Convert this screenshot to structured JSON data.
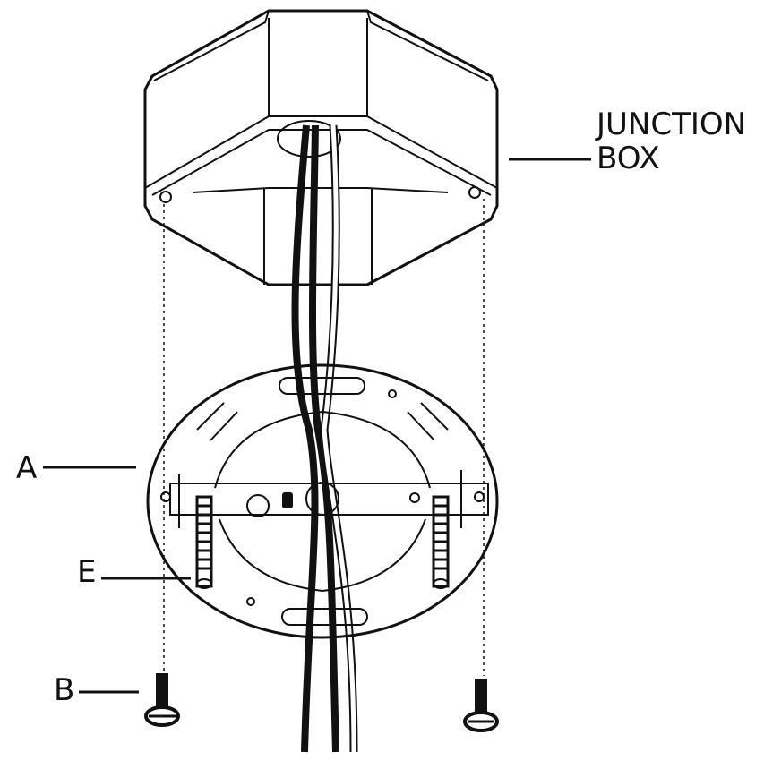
{
  "labels": {
    "junction_line1": "JUNCTION",
    "junction_line2": "BOX",
    "a": "A",
    "e": "E",
    "b": "B"
  },
  "colors": {
    "ink": "#111111",
    "background": "#ffffff"
  }
}
